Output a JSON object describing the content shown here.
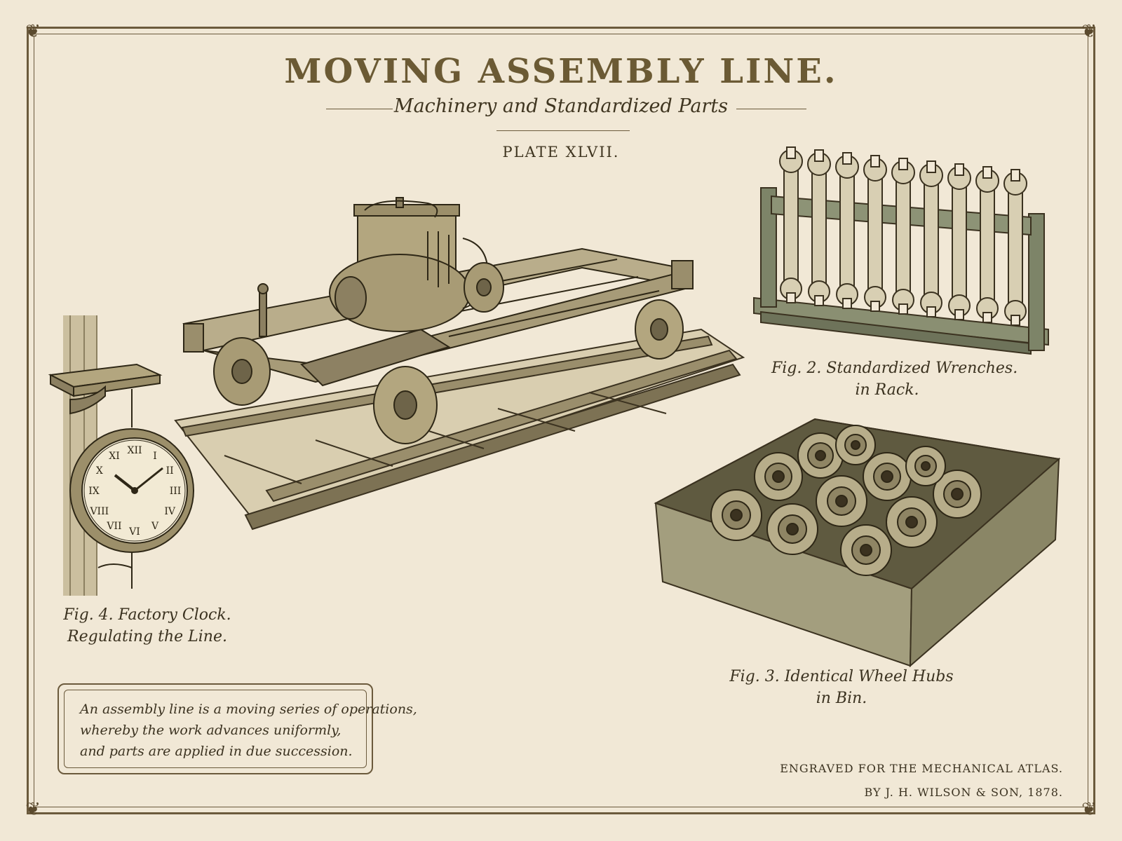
{
  "plate": {
    "title": "MOVING ASSEMBLY LINE.",
    "subtitle": "Machinery and Standardized Parts",
    "plate_number": "PLATE XLVII."
  },
  "figures": {
    "fig2": {
      "line1": "Fig. 2. Standardized Wrenches.",
      "line2": "in Rack."
    },
    "fig3": {
      "line1": "Fig. 3. Identical Wheel Hubs",
      "line2": "in Bin."
    },
    "fig4": {
      "line1": "Fig. 4. Factory Clock.",
      "line2": "Regulating the Line."
    }
  },
  "note": {
    "line1": "An assembly line is a moving series of operations,",
    "line2": "whereby the work advances uniformly,",
    "line3": "and parts are applied in due succession."
  },
  "imprint": {
    "line1": "ENGRAVED FOR THE MECHANICAL ATLAS.",
    "line2": "BY J. H. WILSON & SON, 1878."
  },
  "clock": {
    "numerals": [
      "XII",
      "I",
      "II",
      "III",
      "IV",
      "V",
      "VI",
      "VII",
      "VIII",
      "IX",
      "X",
      "XI"
    ]
  },
  "colors": {
    "ink": "#3b3220",
    "paper": "#f1e8d6",
    "title": "#6b5a34",
    "rack": "#7d8468",
    "bin": "#8a8666"
  }
}
